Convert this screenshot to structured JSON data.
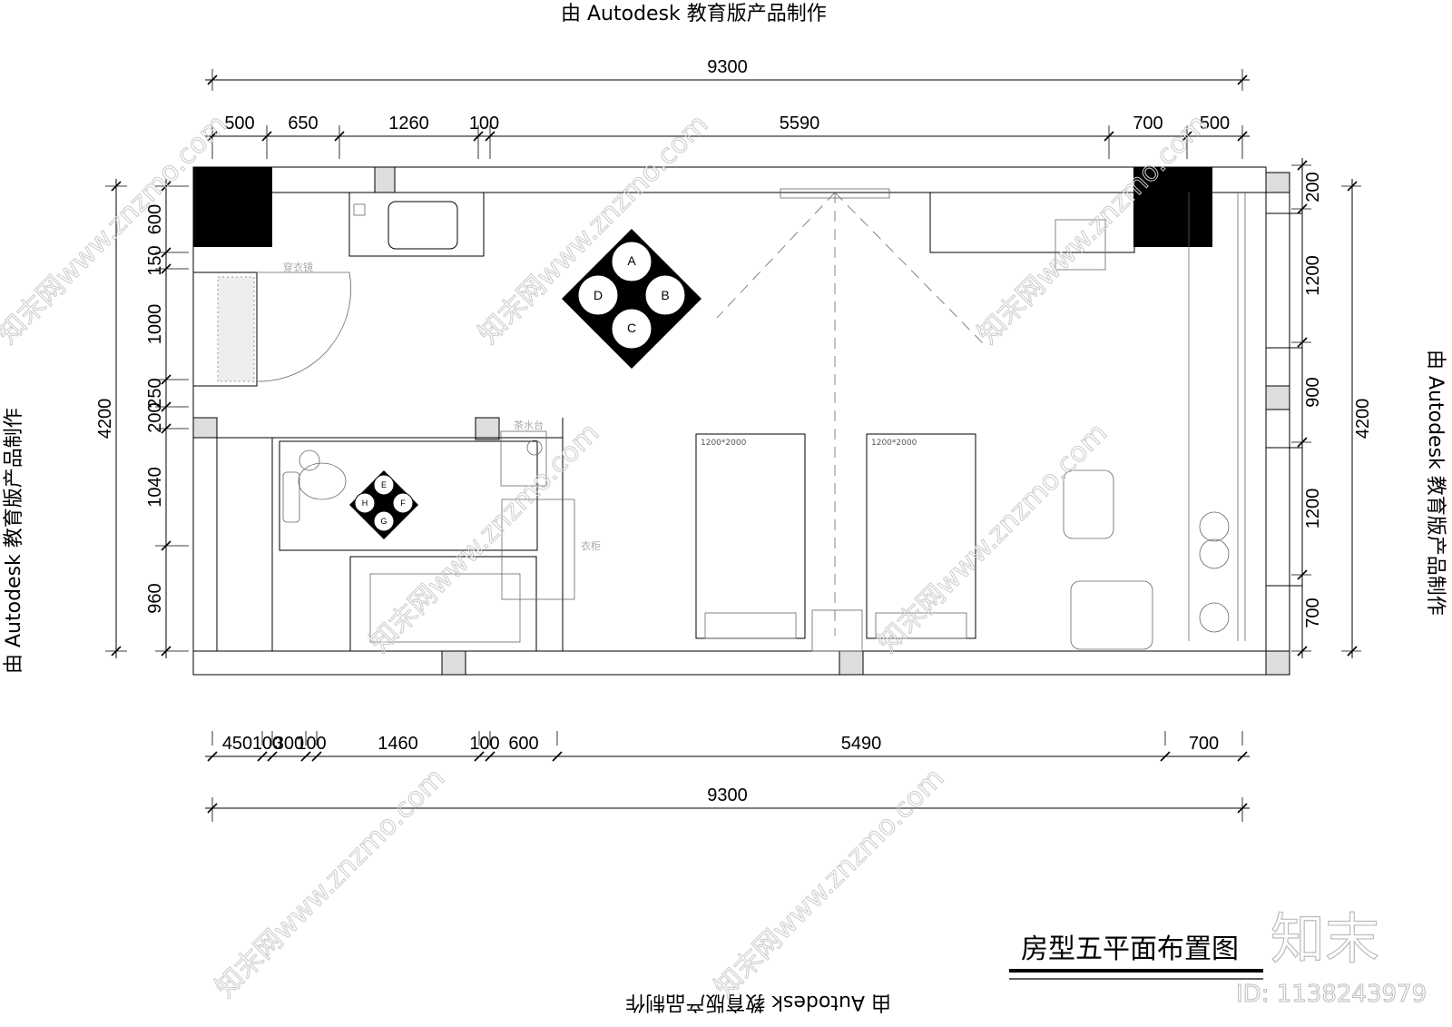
{
  "stamps": {
    "top": "由 Autodesk 教育版产品制作",
    "bottom": "由 Autodesk 教育版产品制作",
    "left": "由 Autodesk 教育版产品制作",
    "right": "由 Autodesk 教育版产品制作"
  },
  "dimensions": {
    "top_total": "9300",
    "top": [
      "500",
      "650",
      "1260",
      "100",
      "5590",
      "700",
      "500"
    ],
    "bottom": [
      "450",
      "100",
      "300",
      "100",
      "1460",
      "100",
      "600",
      "5490",
      "700"
    ],
    "bottom_total": "9300",
    "left_total": "4200",
    "left": [
      "600",
      "150",
      "1000",
      "250",
      "200",
      "1040",
      "960"
    ],
    "right_total": "4200",
    "right": [
      "200",
      "1200",
      "900",
      "1200",
      "700"
    ]
  },
  "labels": {
    "mirror": "穿衣镜",
    "tea_counter": "茶水台",
    "bed_left": "1200*2000",
    "bed_right": "1200*2000",
    "wardrobe": "衣柜"
  },
  "index_markers": {
    "room": [
      "A",
      "B",
      "C",
      "D"
    ],
    "bathroom": [
      "E",
      "F",
      "G",
      "H"
    ]
  },
  "title": "房型五平面布置图",
  "watermark": {
    "logo": "知末",
    "id": "ID: 1138243979",
    "text": "知末网www.znzmo.com"
  }
}
